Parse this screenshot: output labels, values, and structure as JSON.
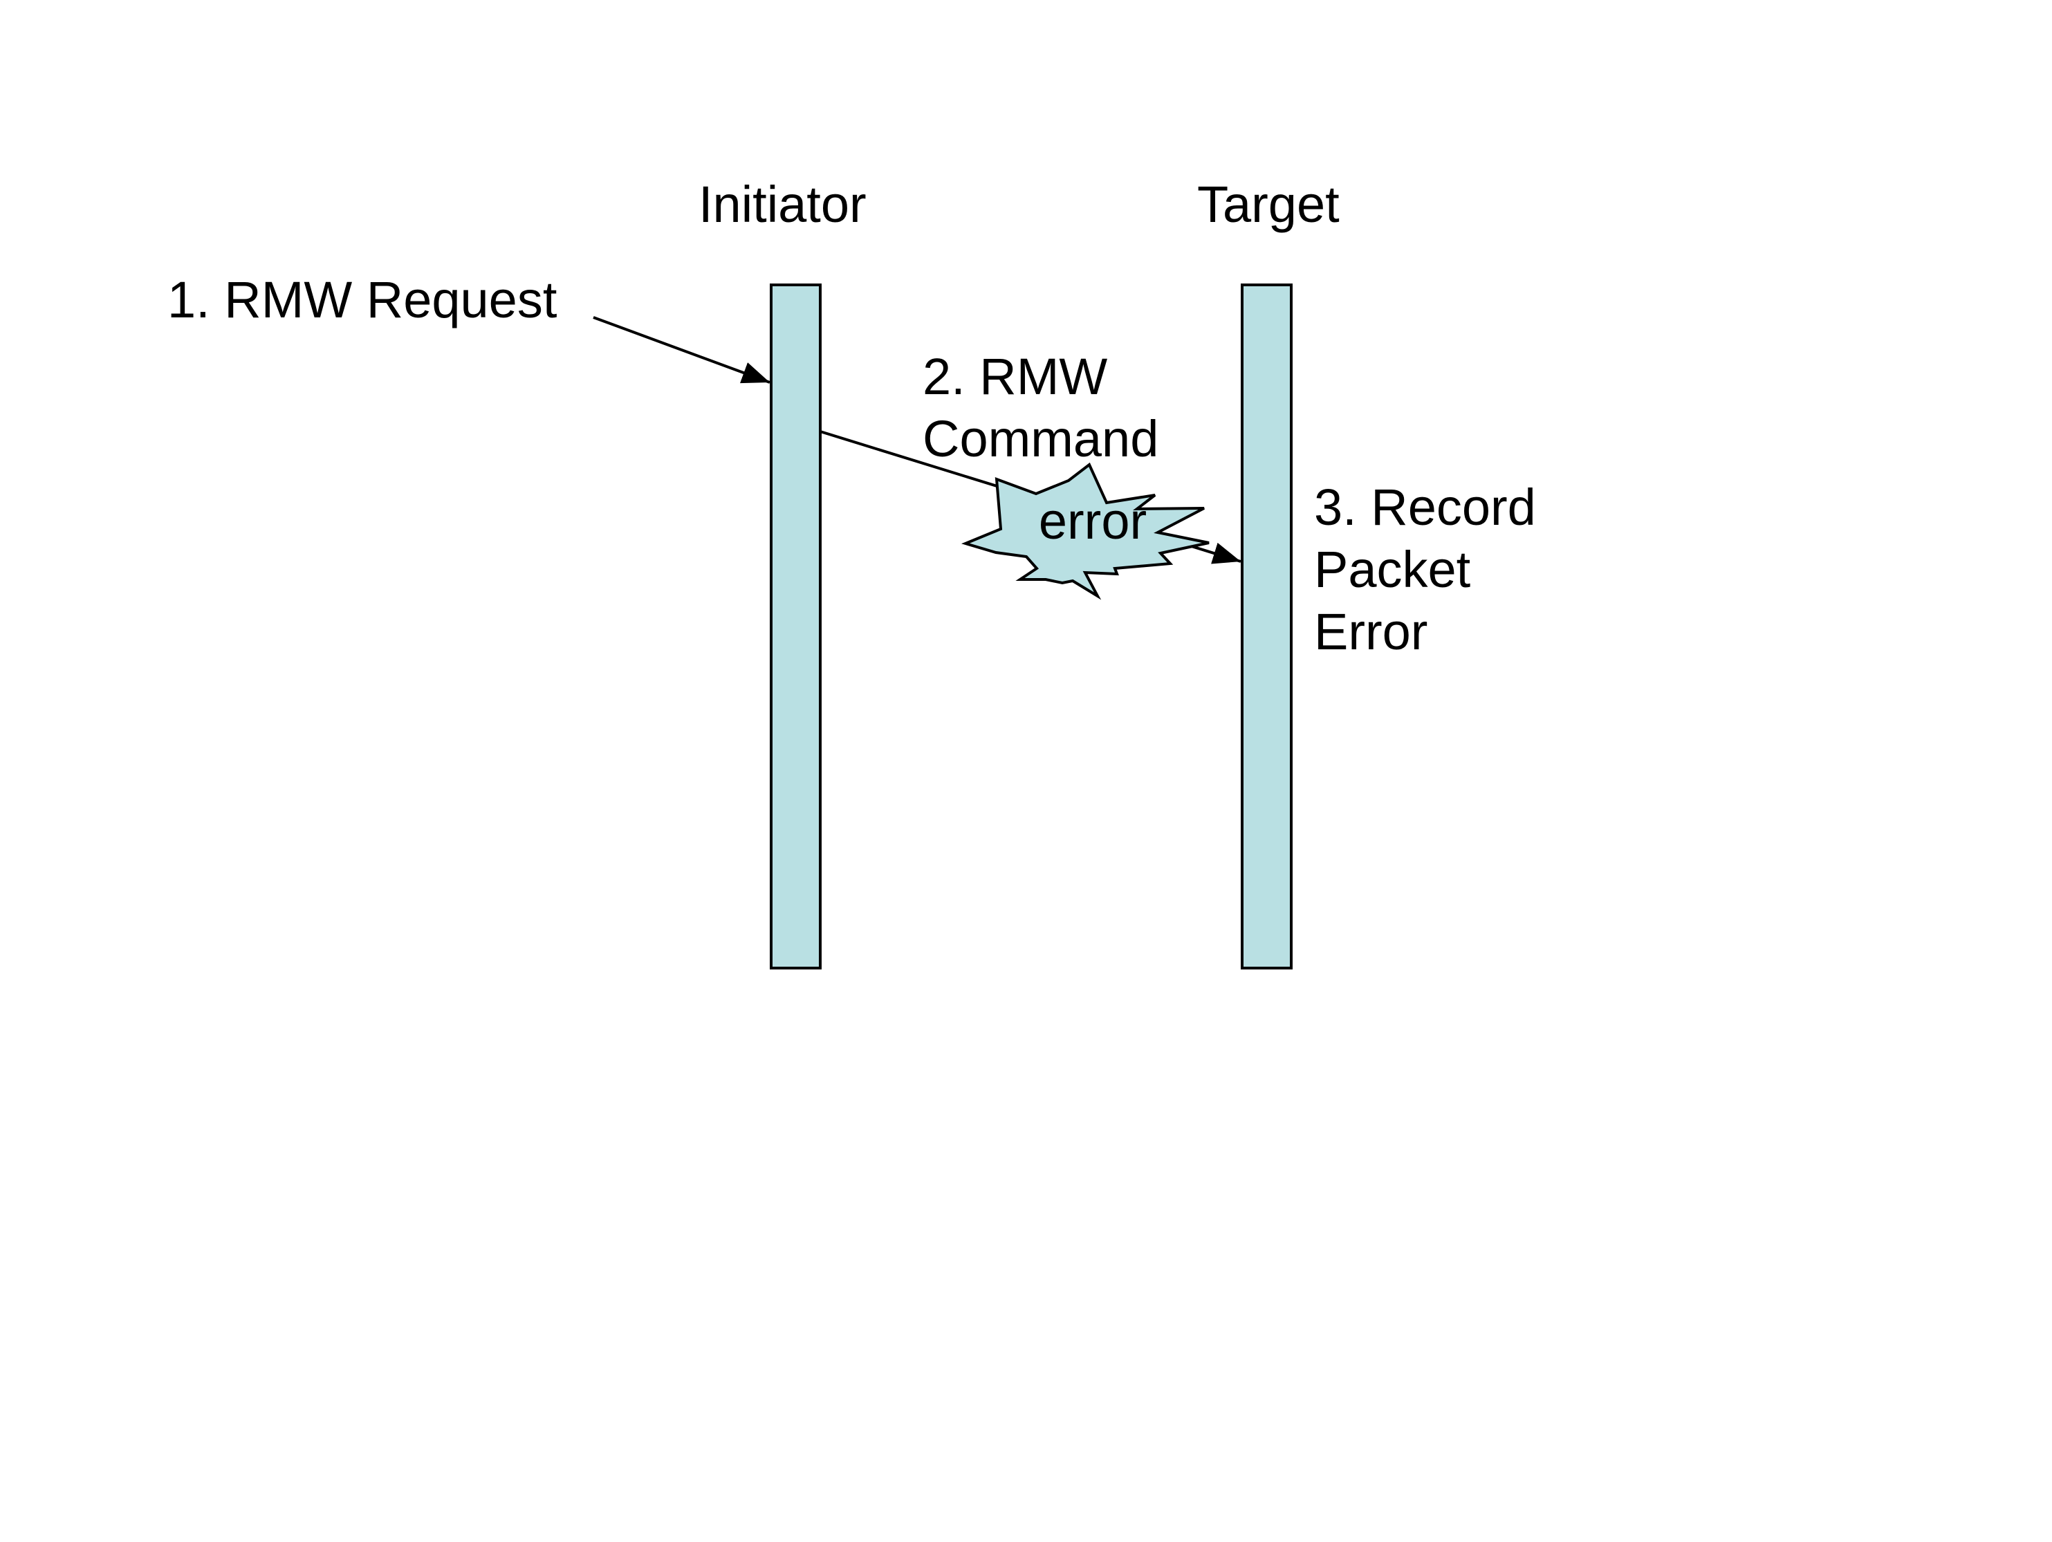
{
  "diagram": {
    "participants": [
      {
        "id": "initiator",
        "label": "Initiator"
      },
      {
        "id": "target",
        "label": "Target"
      }
    ],
    "steps": [
      {
        "id": "rmw-request",
        "label": "1. RMW Request",
        "from": "external",
        "to": "initiator"
      },
      {
        "id": "rmw-command",
        "label": "2. RMW\nCommand",
        "from": "initiator",
        "to": "target"
      },
      {
        "id": "record-error",
        "label": "3. Record\nPacket\nError",
        "at": "target"
      }
    ],
    "error_marker": {
      "label": "error"
    },
    "colors": {
      "lifeline_fill": "#b9e0e3",
      "error_fill": "#b9e0e3",
      "stroke": "#000000",
      "text": "#000000",
      "background": "#ffffff"
    }
  }
}
